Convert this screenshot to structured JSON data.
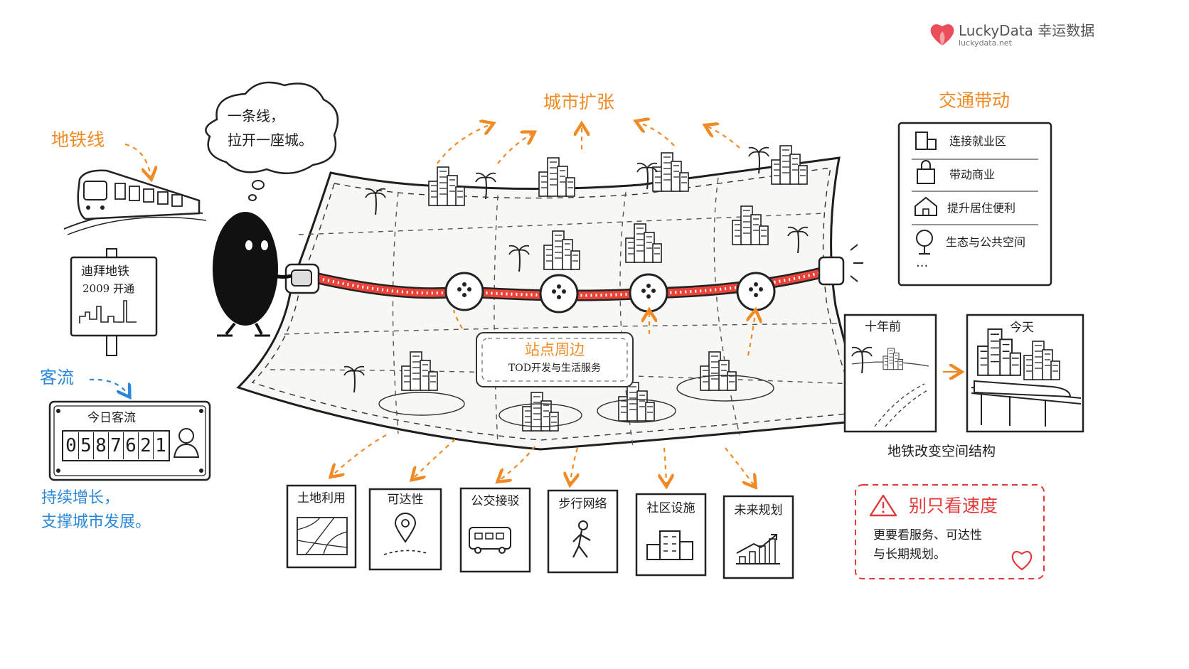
{
  "brand": {
    "name": "LuckyData 幸运数据",
    "url": "luckydata.net"
  },
  "thought": {
    "line1": "一条线，",
    "line2": "拉开一座城。"
  },
  "metro": {
    "label": "地铁线"
  },
  "signboard": {
    "line1": "迪拜地铁",
    "line2": "2009 开通"
  },
  "ridership": {
    "label": "客流",
    "counter_title": "今日客流",
    "digits": [
      "0",
      "5",
      "8",
      "7",
      "6",
      "2",
      "1"
    ]
  },
  "growth": {
    "line1": "持续增长，",
    "line2": "支撑城市发展。"
  },
  "expansion": {
    "label": "城市扩张"
  },
  "station": {
    "title": "站点周边",
    "subtitle": "TOD开发与生活服务"
  },
  "traffic": {
    "title": "交通带动",
    "items": [
      {
        "icon": "office-building-icon",
        "label": "连接就业区"
      },
      {
        "icon": "shopping-bag-icon",
        "label": "带动商业"
      },
      {
        "icon": "house-icon",
        "label": "提升居住便利"
      },
      {
        "icon": "tree-icon",
        "label": "生态与公共空间"
      }
    ],
    "more": "..."
  },
  "compare": {
    "before": "十年前",
    "after": "今天",
    "caption": "地铁改变空间结构"
  },
  "factors": [
    {
      "label": "土地利用",
      "icon": "land-map-icon"
    },
    {
      "label": "可达性",
      "icon": "location-pin-icon"
    },
    {
      "label": "公交接驳",
      "icon": "bus-icon"
    },
    {
      "label": "步行网络",
      "icon": "walking-person-icon"
    },
    {
      "label": "社区设施",
      "icon": "community-buildings-icon"
    },
    {
      "label": "未来规划",
      "icon": "growth-chart-icon"
    }
  ],
  "warning": {
    "title": "别只看速度",
    "line1": "更要看服务、可达性",
    "line2": "与长期规划。"
  },
  "colors": {
    "accent": "#f08a24",
    "blue": "#2b88d8",
    "red": "#e03a3a",
    "zipper": "#e8443a",
    "ink": "#1e1e1e"
  }
}
